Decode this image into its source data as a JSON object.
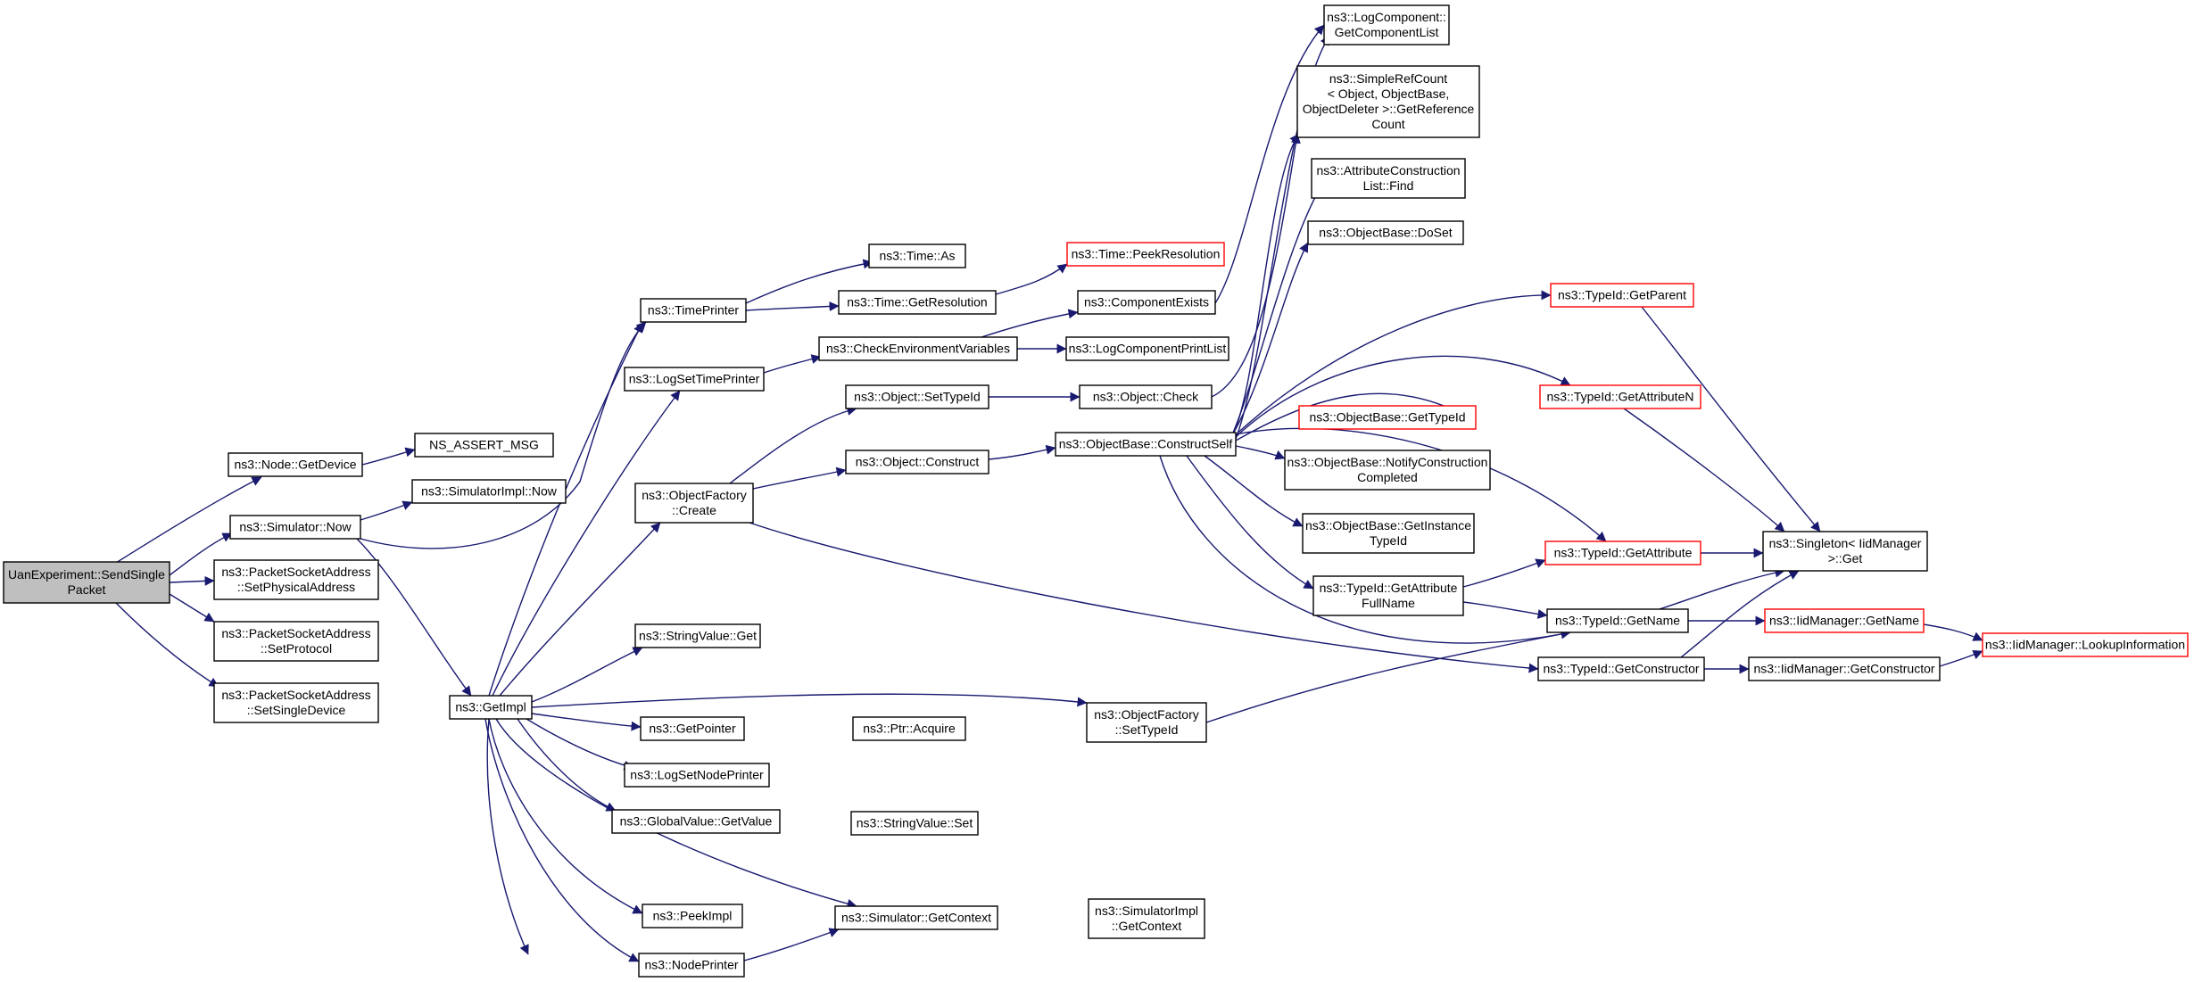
{
  "colors": {
    "edge": "#191970",
    "node_border": "#000000",
    "truncated_border": "#ff0000",
    "root_fill": "#bfbfbf",
    "node_fill": "#ffffff"
  },
  "nodes": [
    {
      "id": "root",
      "lines": [
        "UanExperiment::SendSingle",
        "Packet"
      ],
      "kind": "root"
    },
    {
      "id": "node_getdevice",
      "lines": [
        "ns3::Node::GetDevice"
      ]
    },
    {
      "id": "assert",
      "lines": [
        "NS_ASSERT_MSG"
      ]
    },
    {
      "id": "sim_now",
      "lines": [
        "ns3::Simulator::Now"
      ]
    },
    {
      "id": "simimpl_now",
      "lines": [
        "ns3::SimulatorImpl::Now"
      ]
    },
    {
      "id": "psa_phys",
      "lines": [
        "ns3::PacketSocketAddress",
        "::SetPhysicalAddress"
      ]
    },
    {
      "id": "psa_proto",
      "lines": [
        "ns3::PacketSocketAddress",
        "::SetProtocol"
      ]
    },
    {
      "id": "psa_single",
      "lines": [
        "ns3::PacketSocketAddress",
        "::SetSingleDevice"
      ]
    },
    {
      "id": "getimpl",
      "lines": [
        "ns3::GetImpl"
      ]
    },
    {
      "id": "timeprinter",
      "lines": [
        "ns3::TimePrinter"
      ]
    },
    {
      "id": "logsettimeprinter",
      "lines": [
        "ns3::LogSetTimePrinter"
      ]
    },
    {
      "id": "objfactory_create",
      "lines": [
        "ns3::ObjectFactory",
        "::Create"
      ]
    },
    {
      "id": "stringvalue_get",
      "lines": [
        "ns3::StringValue::Get"
      ]
    },
    {
      "id": "getpointer",
      "lines": [
        "ns3::GetPointer"
      ]
    },
    {
      "id": "logsetnodeprinter",
      "lines": [
        "ns3::LogSetNodePrinter"
      ]
    },
    {
      "id": "gv_getvalue",
      "lines": [
        "ns3::GlobalValue::GetValue"
      ]
    },
    {
      "id": "peekimpl",
      "lines": [
        "ns3::PeekImpl"
      ]
    },
    {
      "id": "nodeprinter",
      "lines": [
        "ns3::NodePrinter"
      ]
    },
    {
      "id": "time_as",
      "lines": [
        "ns3::Time::As"
      ]
    },
    {
      "id": "time_getres",
      "lines": [
        "ns3::Time::GetResolution"
      ]
    },
    {
      "id": "checkenv",
      "lines": [
        "ns3::CheckEnvironmentVariables"
      ]
    },
    {
      "id": "obj_settypeid",
      "lines": [
        "ns3::Object::SetTypeId"
      ]
    },
    {
      "id": "obj_construct",
      "lines": [
        "ns3::Object::Construct"
      ]
    },
    {
      "id": "ptr_acquire",
      "lines": [
        "ns3::Ptr::Acquire"
      ]
    },
    {
      "id": "sv_set",
      "lines": [
        "ns3::StringValue::Set"
      ]
    },
    {
      "id": "sim_getcontext",
      "lines": [
        "ns3::Simulator::GetContext"
      ]
    },
    {
      "id": "peekres",
      "lines": [
        "ns3::Time::PeekResolution"
      ],
      "kind": "truncated"
    },
    {
      "id": "compexists",
      "lines": [
        "ns3::ComponentExists"
      ]
    },
    {
      "id": "logcompprintlist",
      "lines": [
        "ns3::LogComponentPrintList"
      ]
    },
    {
      "id": "obj_check",
      "lines": [
        "ns3::Object::Check"
      ]
    },
    {
      "id": "ob_constructself",
      "lines": [
        "ns3::ObjectBase::ConstructSelf"
      ]
    },
    {
      "id": "of_settypeid",
      "lines": [
        "ns3::ObjectFactory",
        "::SetTypeId"
      ]
    },
    {
      "id": "simimpl_getcontext",
      "lines": [
        "ns3::SimulatorImpl",
        "::GetContext"
      ]
    },
    {
      "id": "logcomp_getlist",
      "lines": [
        "ns3::LogComponent::",
        "GetComponentList"
      ]
    },
    {
      "id": "simplerefcount",
      "lines": [
        "ns3::SimpleRefCount",
        "< Object, ObjectBase,",
        "ObjectDeleter >::GetReference",
        "Count"
      ]
    },
    {
      "id": "acl_find",
      "lines": [
        "ns3::AttributeConstruction",
        "List::Find"
      ]
    },
    {
      "id": "ob_doset",
      "lines": [
        "ns3::ObjectBase::DoSet"
      ]
    },
    {
      "id": "ob_gettypeid",
      "lines": [
        "ns3::ObjectBase::GetTypeId"
      ],
      "kind": "truncated"
    },
    {
      "id": "ob_notify",
      "lines": [
        "ns3::ObjectBase::NotifyConstruction",
        "Completed"
      ]
    },
    {
      "id": "ob_getinstance",
      "lines": [
        "ns3::ObjectBase::GetInstance",
        "TypeId"
      ]
    },
    {
      "id": "tid_getattrfullname",
      "lines": [
        "ns3::TypeId::GetAttribute",
        "FullName"
      ]
    },
    {
      "id": "tid_getname",
      "lines": [
        "ns3::TypeId::GetName"
      ]
    },
    {
      "id": "tid_getconstructor",
      "lines": [
        "ns3::TypeId::GetConstructor"
      ]
    },
    {
      "id": "tid_getparent",
      "lines": [
        "ns3::TypeId::GetParent"
      ],
      "kind": "truncated"
    },
    {
      "id": "tid_getattrn",
      "lines": [
        "ns3::TypeId::GetAttributeN"
      ],
      "kind": "truncated"
    },
    {
      "id": "tid_getattr",
      "lines": [
        "ns3::TypeId::GetAttribute"
      ],
      "kind": "truncated"
    },
    {
      "id": "iid_getname",
      "lines": [
        "ns3::IidManager::GetName"
      ],
      "kind": "truncated"
    },
    {
      "id": "iid_getconstructor",
      "lines": [
        "ns3::IidManager::GetConstructor"
      ]
    },
    {
      "id": "singleton_get",
      "lines": [
        "ns3::Singleton< IidManager",
        ">::Get"
      ]
    },
    {
      "id": "iid_lookup",
      "lines": [
        "ns3::IidManager::LookupInformation"
      ],
      "kind": "truncated"
    }
  ]
}
